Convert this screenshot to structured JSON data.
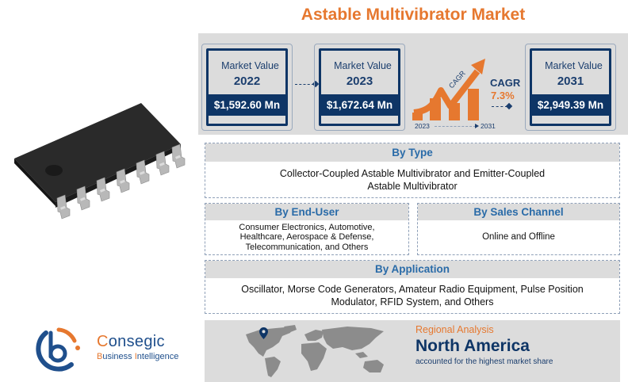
{
  "title": "Astable Multivibrator Market",
  "colors": {
    "accent_orange": "#E6782F",
    "navy": "#0E3566",
    "heading_blue": "#2A6BA8",
    "panel_gray": "#DCDCDC"
  },
  "market_values": [
    {
      "label": "Market Value",
      "year": "2022",
      "value": "$1,592.60 Mn"
    },
    {
      "label": "Market Value",
      "year": "2023",
      "value": "$1,672.64 Mn"
    },
    {
      "label": "Market Value",
      "year": "2031",
      "value": "$2,949.39 Mn"
    }
  ],
  "cagr": {
    "arrow_text": "CAGR",
    "label": "CAGR",
    "value": "7.3%",
    "start_year": "2023",
    "end_year": "2031"
  },
  "segments": {
    "by_type": {
      "heading": "By Type",
      "lines": [
        "Collector-Coupled Astable Multivibrator and Emitter-Coupled",
        "Astable Multivibrator"
      ]
    },
    "by_end_user": {
      "heading": "By End-User",
      "lines": [
        "Consumer Electronics, Automotive,",
        "Healthcare, Aerospace & Defense,",
        "Telecommunication, and Others"
      ]
    },
    "by_sales_channel": {
      "heading": "By Sales Channel",
      "lines": [
        "Online and Offline"
      ]
    },
    "by_application": {
      "heading": "By Application",
      "lines": [
        "Oscillator, Morse Code Generators, Amateur Radio Equipment, Pulse Position",
        "Modulator, RFID System, and Others"
      ]
    }
  },
  "regional": {
    "label": "Regional Analysis",
    "region": "North America",
    "description": "accounted for the highest market share"
  },
  "logo": {
    "name_first": "C",
    "name_rest": "onsegic",
    "sub_b": "B",
    "sub_usiness": "usiness ",
    "sub_i": "I",
    "sub_ntelligence": "ntelligence"
  },
  "icons": {
    "product": "ic-chip-image",
    "growth": "growth-arrow-chart-icon",
    "map": "world-map-icon",
    "pin": "location-pin-icon"
  }
}
